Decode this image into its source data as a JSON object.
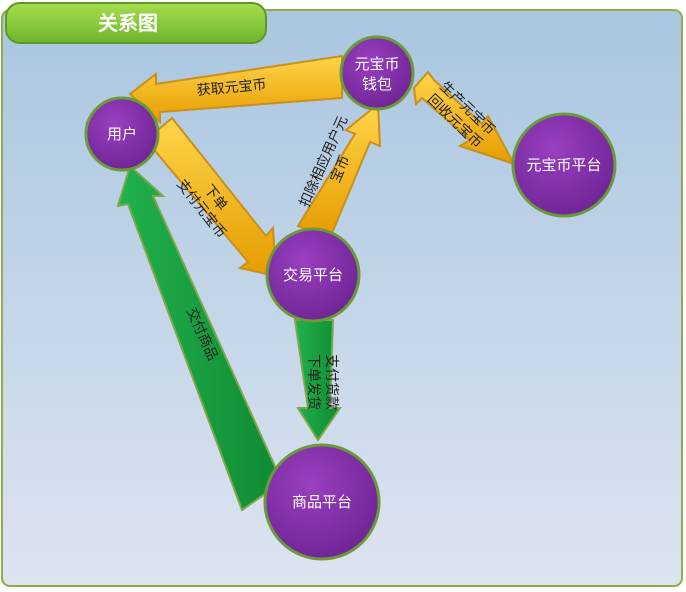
{
  "title": "关系图",
  "colors": {
    "node_fill": "#7b2d9e",
    "node_stroke": "#6a9a3a",
    "yellow_arrow": "#f0b400",
    "green_arrow": "#139a3b",
    "title_bg": "#8ccf3a",
    "panel_stroke": "#8fad4a"
  },
  "nodes": {
    "user": "用户",
    "wallet_line1": "元宝币",
    "wallet_line2": "钱包",
    "yuanbao_platform": "元宝币平台",
    "trade_platform": "交易平台",
    "goods_platform": "商品平台"
  },
  "edges": {
    "get_yuanbao": "获取元宝币",
    "order_line1": "下单",
    "order_line2": "支付元宝币",
    "deduct_line1": "扣除相应用户元",
    "deduct_line2": "宝币",
    "produce_line1": "生产元宝币",
    "produce_line2": "回收元宝币",
    "payment_line1": "支付货款",
    "payment_line2": "下单发货",
    "deliver_goods": "交付商品"
  }
}
